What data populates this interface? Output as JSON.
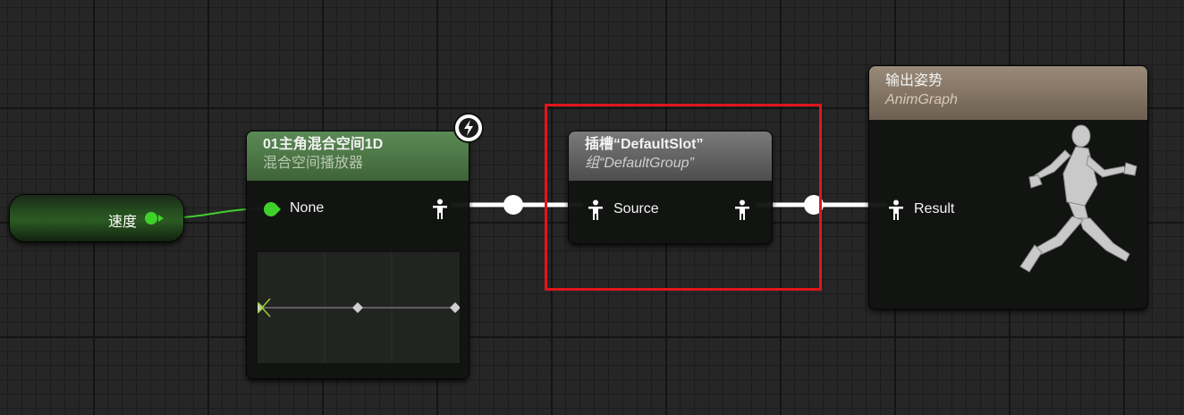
{
  "variable_node": {
    "label": "速度"
  },
  "blendspace_node": {
    "title": "01主角混合空间1D",
    "subtitle": "混合空间播放器",
    "input_pin": "None"
  },
  "slot_node": {
    "title": "插槽“DefaultSlot”",
    "subtitle": "组“DefaultGroup”",
    "input_pin": "Source"
  },
  "output_node": {
    "title": "输出姿势",
    "subtitle": "AnimGraph",
    "input_pin": "Result"
  },
  "colors": {
    "float_pin": "#3fd12b",
    "highlight_box": "#e0161b",
    "blendspace_header": "#4f7a4a",
    "slot_header": "#6c6c6c",
    "output_header": "#8a7866"
  },
  "icons": [
    "lightning-icon",
    "pose-pin-icon",
    "running-mannequin-icon"
  ]
}
